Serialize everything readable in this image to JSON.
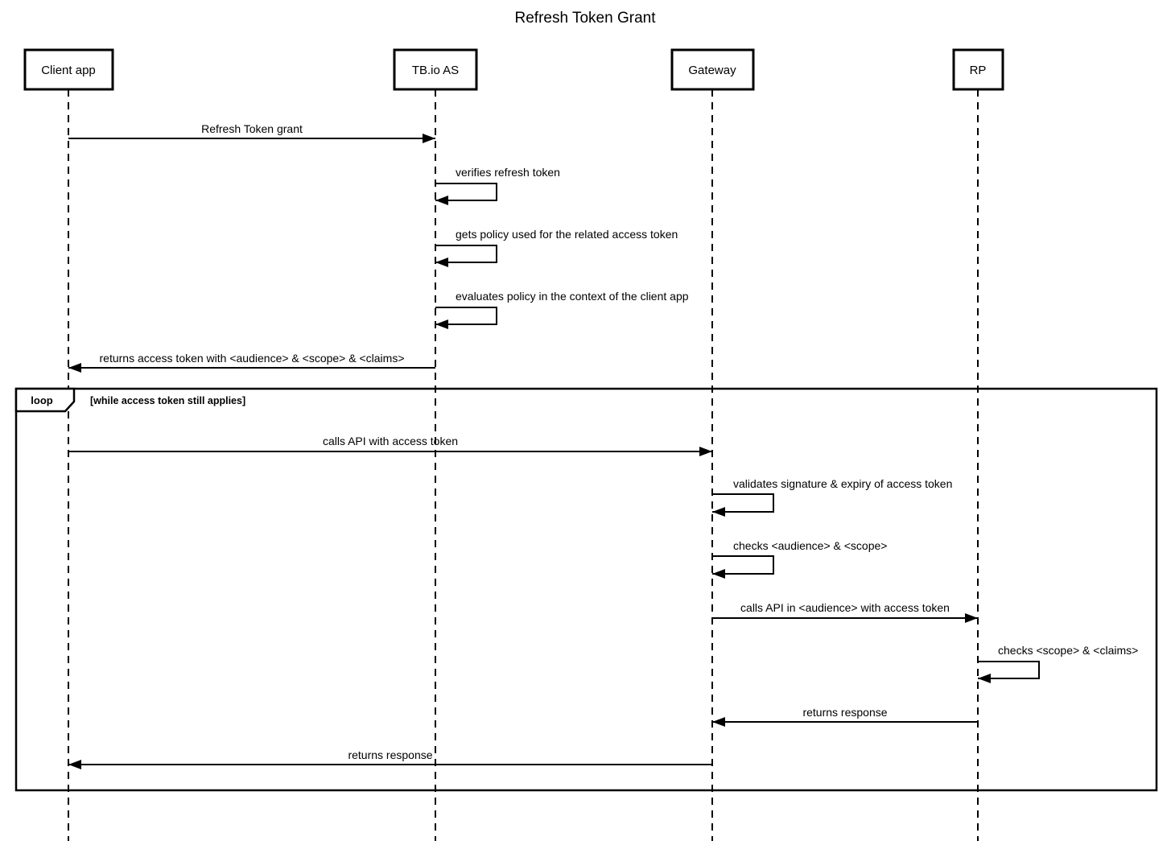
{
  "title": "Refresh Token Grant",
  "diagram_type": "uml-sequence-diagram",
  "colors": {
    "line": "#000000",
    "text": "#000000",
    "background": "#ffffff"
  },
  "actors": {
    "client_app": {
      "label": "Client app"
    },
    "tbio_as": {
      "label": "TB.io AS"
    },
    "gateway": {
      "label": "Gateway"
    },
    "rp": {
      "label": "RP"
    }
  },
  "loop_fragment": {
    "operator_label": "loop",
    "condition_label": "[while access token still applies]"
  },
  "messages": {
    "refresh_token_grant": {
      "label": "Refresh Token grant",
      "from": "Client app",
      "to": "TB.io AS",
      "kind": "arrow"
    },
    "verifies_refresh_token": {
      "label": "verifies refresh token",
      "from": "TB.io AS",
      "to": "TB.io AS",
      "kind": "self"
    },
    "gets_policy": {
      "label": "gets policy used for the related access token",
      "from": "TB.io AS",
      "to": "TB.io AS",
      "kind": "self"
    },
    "evaluates_policy": {
      "label": "evaluates policy in the context of the client app",
      "from": "TB.io AS",
      "to": "TB.io AS",
      "kind": "self"
    },
    "returns_access_token": {
      "label": "returns access token with <audience> & <scope> & <claims>",
      "from": "TB.io AS",
      "to": "Client app",
      "kind": "arrow"
    },
    "calls_api": {
      "label": "calls API with access token",
      "from": "Client app",
      "to": "Gateway",
      "kind": "arrow"
    },
    "validates_signature": {
      "label": "validates signature & expiry of access token",
      "from": "Gateway",
      "to": "Gateway",
      "kind": "self"
    },
    "checks_audience_scope": {
      "label": "checks <audience> & <scope>",
      "from": "Gateway",
      "to": "Gateway",
      "kind": "self"
    },
    "calls_api_audience": {
      "label": "calls API in <audience> with access token",
      "from": "Gateway",
      "to": "RP",
      "kind": "arrow"
    },
    "checks_scope_claims": {
      "label": "checks <scope> & <claims>",
      "from": "RP",
      "to": "RP",
      "kind": "self"
    },
    "returns_response_to_gateway": {
      "label": "returns response",
      "from": "RP",
      "to": "Gateway",
      "kind": "arrow"
    },
    "returns_response_to_client": {
      "label": "returns response",
      "from": "Gateway",
      "to": "Client app",
      "kind": "arrow"
    }
  }
}
